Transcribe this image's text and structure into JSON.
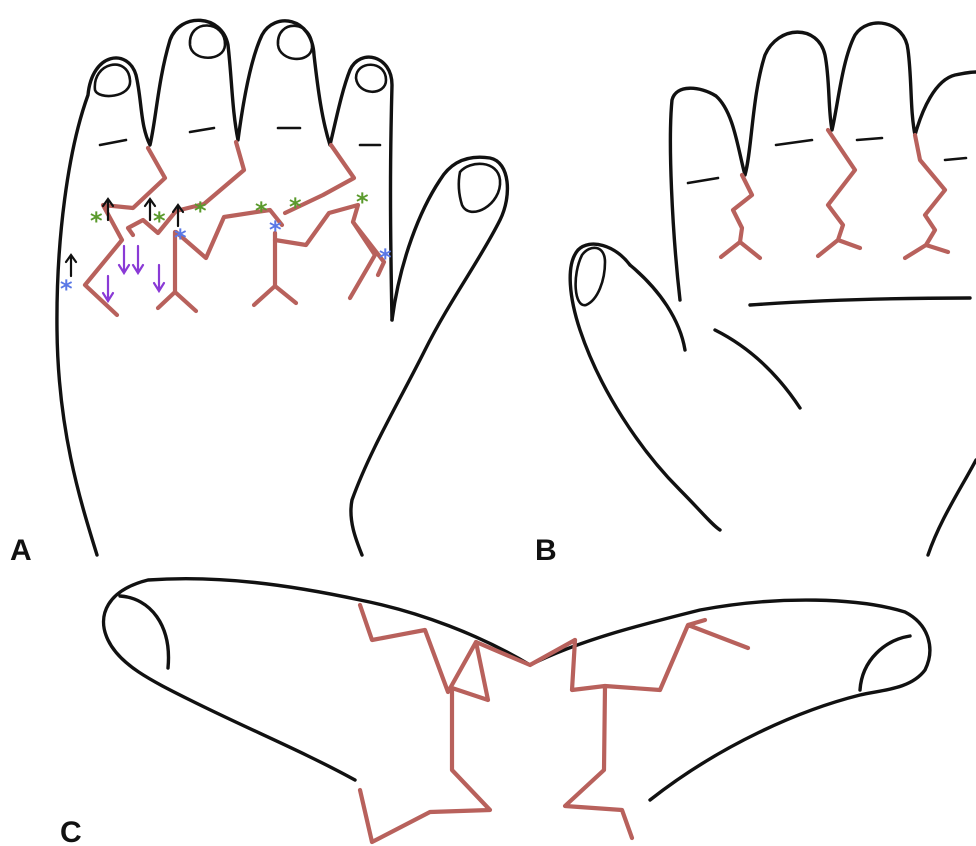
{
  "figure": {
    "panels": [
      {
        "id": "A",
        "label": "A"
      },
      {
        "id": "B",
        "label": "B"
      },
      {
        "id": "C",
        "label": "C"
      }
    ],
    "markers": {
      "star_glyph": "*",
      "green_star_color": "#5a9a2c",
      "blue_star_color": "#5a78e6",
      "up_arrow_color": "#111111",
      "down_arrow_color": "#8a3ad6"
    },
    "colors": {
      "outline": "#111111",
      "incision": "#b8615c"
    }
  }
}
